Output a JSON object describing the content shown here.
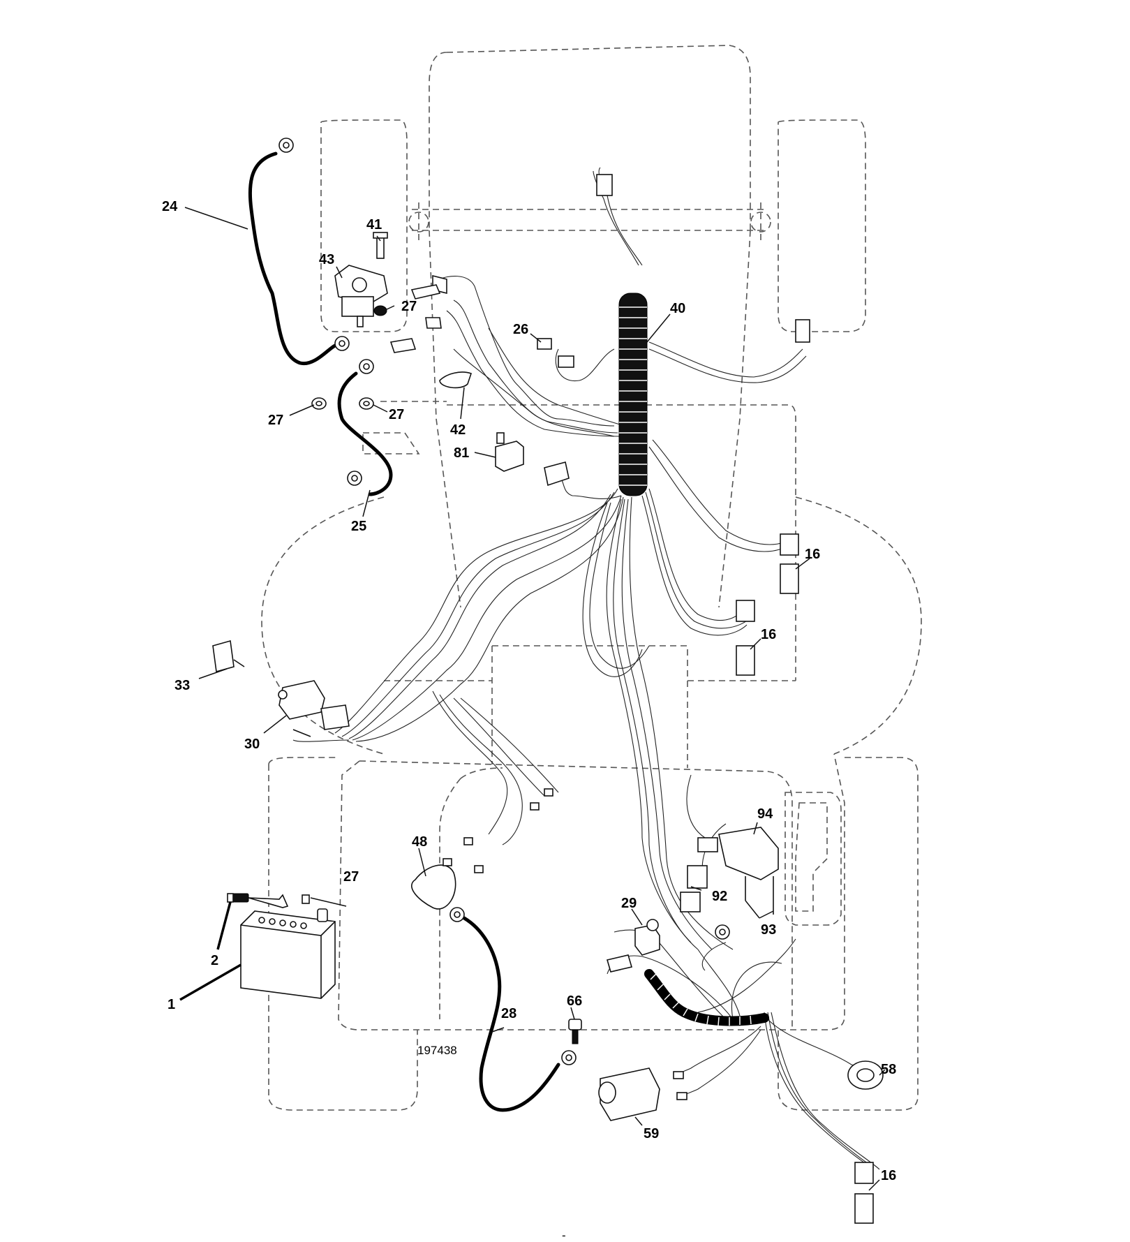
{
  "drawing_number": "197438",
  "footer_mark": "-",
  "callouts": {
    "c1": "1",
    "c2": "2",
    "c16a": "16",
    "c16b": "16",
    "c16c": "16",
    "c24": "24",
    "c25": "25",
    "c26": "26",
    "c27a": "27",
    "c27b": "27",
    "c27c": "27",
    "c27d": "27",
    "c28": "28",
    "c29": "29",
    "c30": "30",
    "c33": "33",
    "c40": "40",
    "c41": "41",
    "c42": "42",
    "c43": "43",
    "c48": "48",
    "c58": "58",
    "c59": "59",
    "c66": "66",
    "c81": "81",
    "c92": "92",
    "c93": "93",
    "c94": "94"
  }
}
